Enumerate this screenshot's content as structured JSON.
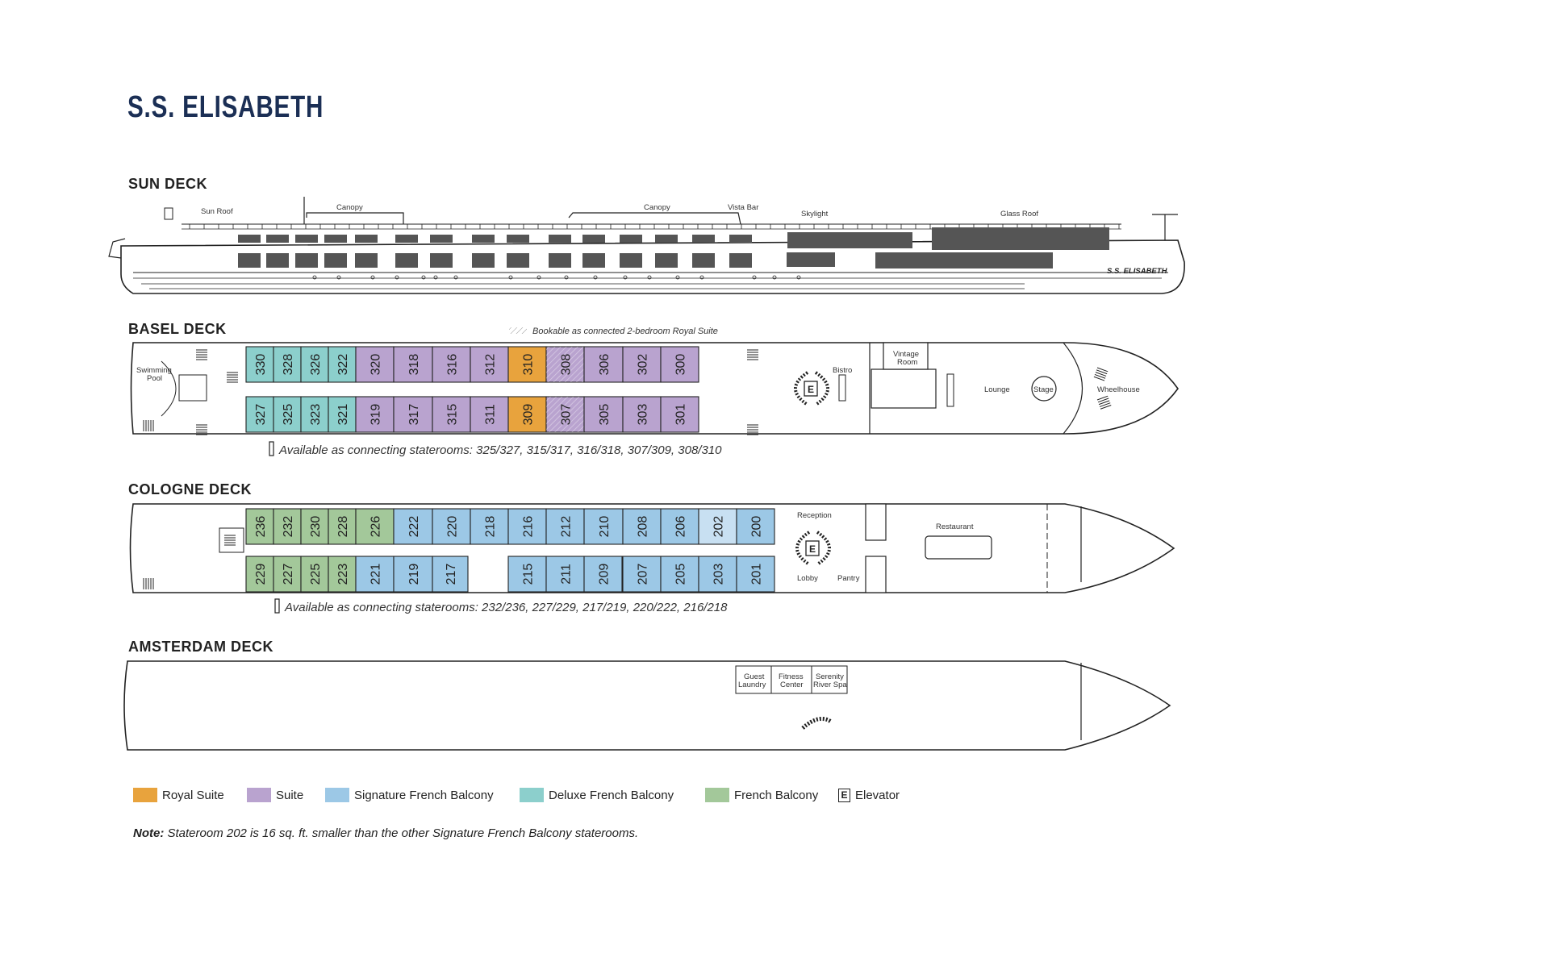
{
  "title": "S.S. ELISABETH",
  "decks": {
    "sun": {
      "name": "SUN DECK",
      "labels": [
        "Sun Roof",
        "Canopy",
        "Canopy",
        "Vista Bar",
        "Skylight",
        "Glass Roof"
      ],
      "hull_name": "S.S. ELISABETH"
    },
    "basel": {
      "name": "BASEL DECK",
      "royal_note": "Bookable as connected 2-bedroom Royal Suite",
      "top_row": [
        "330",
        "328",
        "326",
        "322",
        "320",
        "318",
        "316",
        "312",
        "310",
        "308",
        "306",
        "302",
        "300"
      ],
      "bottom_row": [
        "327",
        "325",
        "323",
        "321",
        "319",
        "317",
        "315",
        "311",
        "309",
        "307",
        "305",
        "303",
        "301"
      ],
      "areas": [
        "Swimming",
        "Pool",
        "Bistro",
        "Vintage",
        "Room",
        "Lounge",
        "Stage",
        "Wheelhouse"
      ],
      "connecting": "Available as connecting staterooms: 325/327, 315/317, 316/318, 307/309, 308/310"
    },
    "cologne": {
      "name": "COLOGNE DECK",
      "top_row": [
        "236",
        "232",
        "230",
        "228",
        "226",
        "222",
        "220",
        "218",
        "216",
        "212",
        "210",
        "208",
        "206",
        "202",
        "200"
      ],
      "bottom_row_a": [
        "229",
        "227",
        "225",
        "223",
        "221",
        "219",
        "217"
      ],
      "bottom_row_b": [
        "215",
        "211",
        "209",
        "207",
        "205",
        "203",
        "201"
      ],
      "areas": [
        "Reception",
        "Restaurant",
        "Lobby",
        "Pantry"
      ],
      "connecting": "Available as connecting staterooms: 232/236, 227/229, 217/219, 220/222, 216/218"
    },
    "amsterdam": {
      "name": "AMSTERDAM DECK",
      "areas": [
        "Guest",
        "Laundry",
        "Fitness",
        "Center",
        "Serenity",
        "River Spa"
      ]
    }
  },
  "elevator_letter": "E",
  "legend": [
    {
      "label": "Royal Suite",
      "color": "#e8a33d"
    },
    {
      "label": "Suite",
      "color": "#b9a3cf"
    },
    {
      "label": "Signature French Balcony",
      "color": "#9cc8e6"
    },
    {
      "label": "Deluxe French Balcony",
      "color": "#8ccfcc"
    },
    {
      "label": "French Balcony",
      "color": "#a3c89a"
    },
    {
      "label": "Elevator",
      "color": "#222222"
    }
  ],
  "note": {
    "prefix": "Note:",
    "text": "Stateroom 202 is 16 sq. ft. smaller than the other Signature French Balcony staterooms."
  }
}
